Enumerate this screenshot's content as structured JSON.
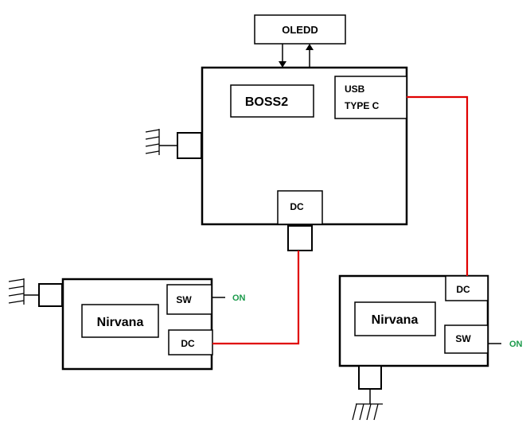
{
  "oled": {
    "label": "OLEDD"
  },
  "boss2": {
    "label": "BOSS2",
    "usb_line1": "USB",
    "usb_line2": "TYPE C",
    "dc_label": "DC"
  },
  "nirvana_left": {
    "label": "Nirvana",
    "sw_label": "SW",
    "dc_label": "DC",
    "switch_state": "ON"
  },
  "nirvana_right": {
    "label": "Nirvana",
    "sw_label": "SW",
    "dc_label": "DC",
    "switch_state": "ON"
  },
  "colors": {
    "wire_power": "#e00000",
    "outline": "#000000",
    "on_text": "#1a9a4a"
  }
}
